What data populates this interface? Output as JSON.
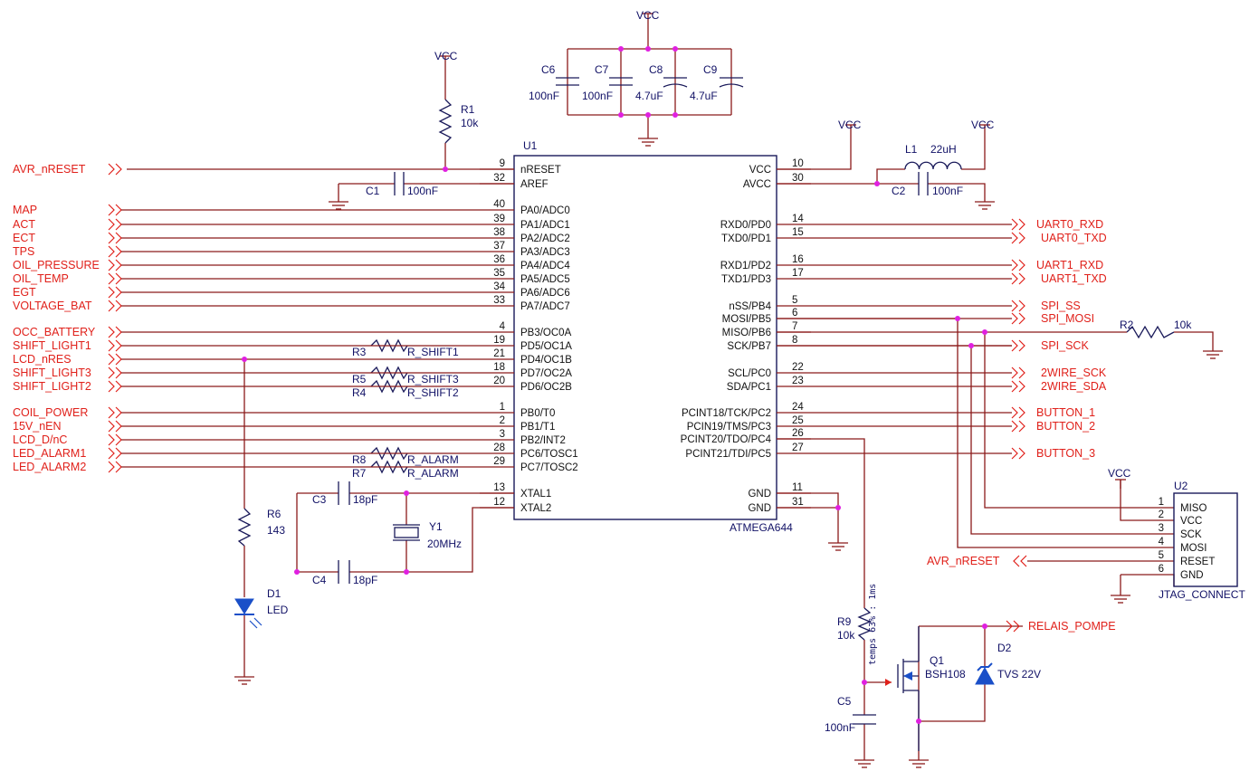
{
  "colors": {
    "wire": "#8b1a1a",
    "component": "#1a1a5a",
    "signal": "#e0201a",
    "junction": "#e020e0",
    "text": "#111166",
    "diode": "#1a4fc8"
  },
  "mcu": {
    "designator": "U1",
    "part": "ATMEGA644",
    "left_pins": [
      {
        "num": "9",
        "name": "nRESET"
      },
      {
        "num": "32",
        "name": "AREF"
      },
      {
        "num": "40",
        "name": "PA0/ADC0"
      },
      {
        "num": "39",
        "name": "PA1/ADC1"
      },
      {
        "num": "38",
        "name": "PA2/ADC2"
      },
      {
        "num": "37",
        "name": "PA3/ADC3"
      },
      {
        "num": "36",
        "name": "PA4/ADC4"
      },
      {
        "num": "35",
        "name": "PA5/ADC5"
      },
      {
        "num": "34",
        "name": "PA6/ADC6"
      },
      {
        "num": "33",
        "name": "PA7/ADC7"
      },
      {
        "num": "4",
        "name": "PB3/OC0A"
      },
      {
        "num": "19",
        "name": "PD5/OC1A"
      },
      {
        "num": "21",
        "name": "PD4/OC1B"
      },
      {
        "num": "18",
        "name": "PD7/OC2A"
      },
      {
        "num": "20",
        "name": "PD6/OC2B"
      },
      {
        "num": "1",
        "name": "PB0/T0"
      },
      {
        "num": "2",
        "name": "PB1/T1"
      },
      {
        "num": "3",
        "name": "PB2/INT2"
      },
      {
        "num": "28",
        "name": "PC6/TOSC1"
      },
      {
        "num": "29",
        "name": "PC7/TOSC2"
      },
      {
        "num": "13",
        "name": "XTAL1"
      },
      {
        "num": "12",
        "name": "XTAL2"
      }
    ],
    "right_pins": [
      {
        "num": "10",
        "name": "VCC"
      },
      {
        "num": "30",
        "name": "AVCC"
      },
      {
        "num": "14",
        "name": "RXD0/PD0"
      },
      {
        "num": "15",
        "name": "TXD0/PD1"
      },
      {
        "num": "16",
        "name": "RXD1/PD2"
      },
      {
        "num": "17",
        "name": "TXD1/PD3"
      },
      {
        "num": "5",
        "name": "nSS/PB4"
      },
      {
        "num": "6",
        "name": "MOSI/PB5"
      },
      {
        "num": "7",
        "name": "MISO/PB6"
      },
      {
        "num": "8",
        "name": "SCK/PB7"
      },
      {
        "num": "22",
        "name": "SCL/PC0"
      },
      {
        "num": "23",
        "name": "SDA/PC1"
      },
      {
        "num": "24",
        "name": "PCINT18/TCK/PC2"
      },
      {
        "num": "25",
        "name": "PCIN19/TMS/PC3"
      },
      {
        "num": "26",
        "name": "PCINT20/TDO/PC4"
      },
      {
        "num": "27",
        "name": "PCINT21/TDI/PC5"
      },
      {
        "num": "11",
        "name": "GND"
      },
      {
        "num": "31",
        "name": "GND"
      }
    ]
  },
  "left_signals": [
    "AVR_nRESET",
    "MAP",
    "ACT",
    "ECT",
    "TPS",
    "OIL_PRESSURE",
    "OIL_TEMP",
    "EGT",
    "VOLTAGE_BAT",
    "OCC_BATTERY",
    "SHIFT_LIGHT1",
    "LCD_nRES",
    "SHIFT_LIGHT3",
    "SHIFT_LIGHT2",
    "COIL_POWER",
    "15V_nEN",
    "LCD_D/nC",
    "LED_ALARM1",
    "LED_ALARM2"
  ],
  "right_signals": [
    "UART0_RXD",
    "UART0_TXD",
    "UART1_RXD",
    "UART1_TXD",
    "SPI_SS",
    "SPI_MOSI",
    "SPI_SCK",
    "2WIRE_SCK",
    "2WIRE_SDA",
    "BUTTON_1",
    "BUTTON_2",
    "BUTTON_3",
    "RELAIS_POMPE",
    "AVR_nRESET"
  ],
  "net_labels": {
    "vcc": "VCC",
    "r_shift1": "R_SHIFT1",
    "r_shift3": "R_SHIFT3",
    "r_shift2": "R_SHIFT2",
    "r_alarm": "R_ALARM"
  },
  "capacitors": [
    {
      "ref": "C6",
      "value": "100nF"
    },
    {
      "ref": "C7",
      "value": "100nF"
    },
    {
      "ref": "C8",
      "value": "4.7uF"
    },
    {
      "ref": "C9",
      "value": "4.7uF"
    },
    {
      "ref": "C1",
      "value": "100nF"
    },
    {
      "ref": "C2",
      "value": "100nF"
    },
    {
      "ref": "C3",
      "value": "18pF"
    },
    {
      "ref": "C4",
      "value": "18pF"
    },
    {
      "ref": "C5",
      "value": "100nF"
    }
  ],
  "resistors": [
    {
      "ref": "R1",
      "value": "10k"
    },
    {
      "ref": "R2",
      "value": "10k"
    },
    {
      "ref": "R3",
      "value": ""
    },
    {
      "ref": "R4",
      "value": ""
    },
    {
      "ref": "R5",
      "value": ""
    },
    {
      "ref": "R6",
      "value": "143"
    },
    {
      "ref": "R7",
      "value": ""
    },
    {
      "ref": "R8",
      "value": ""
    },
    {
      "ref": "R9",
      "value": "10k"
    }
  ],
  "others": {
    "l1_ref": "L1",
    "l1_value": "22uH",
    "y1_ref": "Y1",
    "y1_value": "20MHz",
    "d1_ref": "D1",
    "d1_value": "LED",
    "d2_ref": "D2",
    "d2_value": "TVS 22V",
    "q1_ref": "Q1",
    "q1_value": "BSH108",
    "r9_note": "temps 63% : 1ms"
  },
  "jtag": {
    "designator": "U2",
    "part": "JTAG_CONNECT",
    "pins": [
      {
        "num": "1",
        "name": "MISO"
      },
      {
        "num": "2",
        "name": "VCC"
      },
      {
        "num": "3",
        "name": "SCK"
      },
      {
        "num": "4",
        "name": "MOSI"
      },
      {
        "num": "5",
        "name": "RESET"
      },
      {
        "num": "6",
        "name": "GND"
      }
    ]
  }
}
